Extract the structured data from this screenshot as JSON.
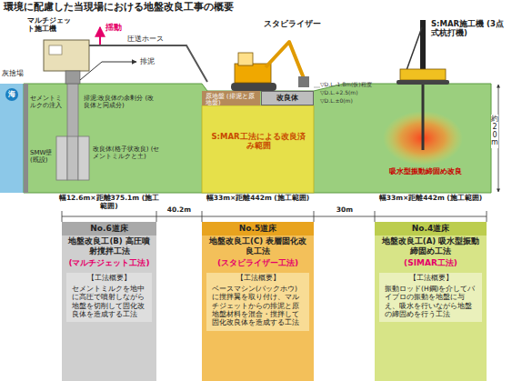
{
  "diagram": {
    "title": "環境に配慮した当現場における地盤改良工事の概要",
    "nodes": [
      {
        "text": [
          "改良体"
        ]
      },
      {
        "text": [
          "No.6道床",
          "地盤改良工(B) 高圧噴射撹拌工法",
          "(マルチジェット工法)",
          "【工法概要】",
          "セメントミルクを地中に高圧で噴射しながら地盤を切削して固化改良体を造成する工法"
        ]
      },
      {
        "text": [
          "No.5道床",
          "地盤改良工(C) 表層固化改良工法",
          "(スタビライザー工法)",
          "【工法概要】",
          "ベースマシン(バックホウ)に撹拌翼を取り付け、マルチジェットからの排泥と原地盤材料を混合・撹拌して固化改良体を造成する工法"
        ]
      },
      {
        "text": [
          "No.4道床",
          "地盤改良工(A) 吸水型振動締固め工法",
          "(SIMAR工法)",
          "【工法概要】",
          "振動ロッド(H鋼)を介してバイブロの振動を地盤に与え、吸水を行いながら地盤の締固めを行う工法"
        ]
      }
    ],
    "labels": [
      "灰捨場",
      "海",
      "マルチジェット施工機",
      "揺動",
      "圧送ホース",
      "排泥",
      "スタビライザー",
      "S:MAR施工機 (3点式杭打機)",
      "セメントミルクの注入",
      "排泥:改良体の余剰分 (改良体と同成分)",
      "SMW壁 (既設)",
      "改良体(格子状改良) (セメントミルクと土)",
      "原地盤 (排泥と原地盤)",
      "S:MAR工法による改良済み範囲",
      "▽D.L.-1.8m(仮)程度",
      "▽D.L.+2.5(m)",
      "▽D.L.±0(m)",
      "約20m",
      "吸水型振動締固め改良",
      "幅12.6m×距離375.1m (施工範囲)",
      "40.2m",
      "幅33m×距離442m (施工範囲)",
      "30m",
      "幅33m×距離442m (施工範囲)"
    ]
  }
}
